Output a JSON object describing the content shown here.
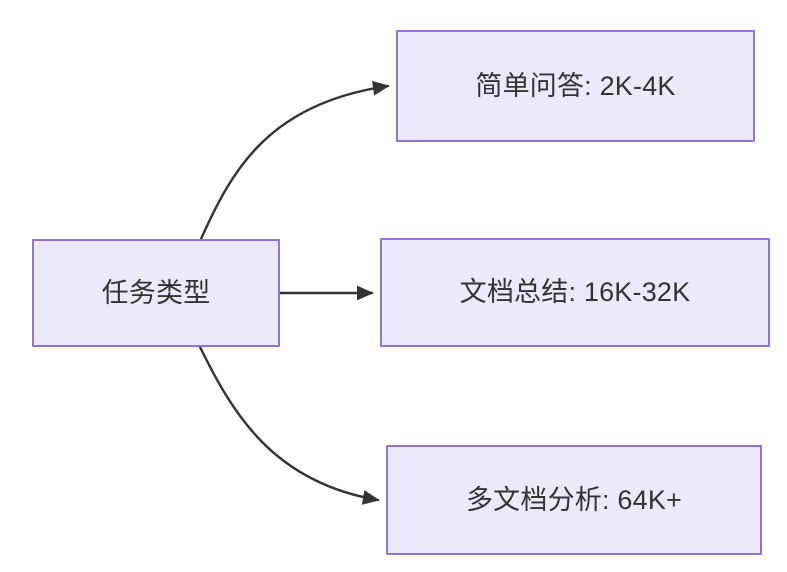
{
  "diagram": {
    "type": "flowchart",
    "direction": "left-to-right",
    "background_color": "#FFFFFF",
    "node_fill_color": "#ECEAFA",
    "node_border_color": "#9173DE",
    "node_text_color": "#333333",
    "edge_color": "#333333",
    "nodes": [
      {
        "id": "source",
        "label": "任务类型",
        "role": "root"
      },
      {
        "id": "simple-qa",
        "label": "简单问答: 2K-4K",
        "role": "leaf"
      },
      {
        "id": "doc-summary",
        "label": "文档总结: 16K-32K",
        "role": "leaf"
      },
      {
        "id": "multi-doc",
        "label": "多文档分析: 64K+",
        "role": "leaf"
      }
    ],
    "edges": [
      {
        "id": "edge-source-simple-qa",
        "from": "source",
        "to": "simple-qa",
        "style": "curved",
        "arrowhead": "filled-triangle"
      },
      {
        "id": "edge-source-doc-summary",
        "from": "source",
        "to": "doc-summary",
        "style": "straight",
        "arrowhead": "filled-triangle"
      },
      {
        "id": "edge-source-multi-doc",
        "from": "source",
        "to": "multi-doc",
        "style": "curved",
        "arrowhead": "filled-triangle"
      }
    ]
  }
}
